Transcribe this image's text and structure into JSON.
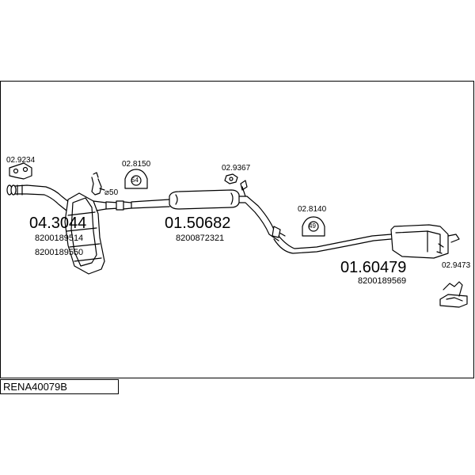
{
  "diagram": {
    "parts": [
      {
        "number": "04.3044",
        "oem": [
          "8200189514",
          "8200189550"
        ]
      },
      {
        "number": "01.50682",
        "oem": [
          "8200872321"
        ]
      },
      {
        "number": "01.60479",
        "oem": [
          "8200189569"
        ]
      }
    ],
    "accessories": [
      "02.9234",
      "02.8150",
      "02.9367",
      "02.8140",
      "02.9473"
    ],
    "badge_labels": [
      "54",
      "49"
    ],
    "diameter_label": "⌀50"
  },
  "footer": {
    "code": "RENA40079B"
  }
}
